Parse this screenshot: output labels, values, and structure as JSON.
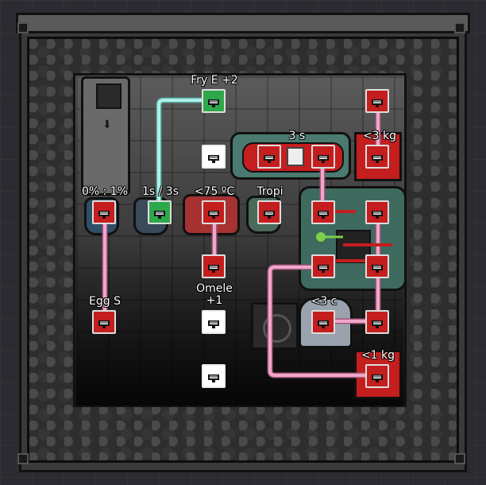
{
  "scene": {
    "colors": {
      "active_red": "#c41e1e",
      "active_green": "#2da84a",
      "idle_white": "#ffffff",
      "wire_pink": "#f2a6cc",
      "wire_cyan": "#aef0ea"
    },
    "labels": {
      "fry": "Fry E +2",
      "fry_cond": "0% : 1%",
      "timer": "1s / 3s",
      "temp": "<75 ºC",
      "tropi": "Tropi",
      "interval": "3 s",
      "mass_top": "<3 kg",
      "egg": "Egg S",
      "omele_1": "Omele",
      "omele_2": "+1",
      "cold": "<3 c",
      "mass_bottom": "<1 kg"
    },
    "icon_name": "automation-port-icon"
  }
}
